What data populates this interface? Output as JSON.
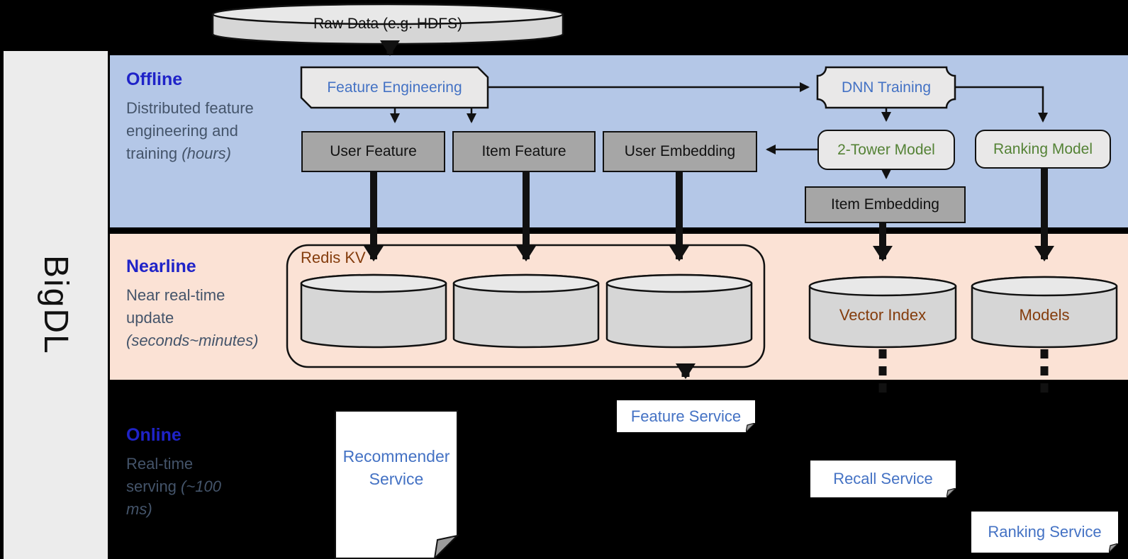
{
  "brand": "BigDL",
  "raw_data_label": "Raw Data (e.g. HDFS)",
  "bands": {
    "offline": {
      "title": "Offline",
      "desc": "Distributed feature engineering and training",
      "desc_italic": "(hours)"
    },
    "nearline": {
      "title": "Nearline",
      "desc": "Near real-time update",
      "desc_italic": "(seconds~minutes)"
    },
    "online": {
      "title": "Online",
      "desc": "Real-time serving",
      "desc_italic": "(~100 ms)"
    }
  },
  "nodes": {
    "feature_engineering": "Feature Engineering",
    "dnn_training": "DNN Training",
    "user_feature": "User Feature",
    "item_feature": "Item Feature",
    "user_embedding": "User Embedding",
    "two_tower_model": "2-Tower Model",
    "ranking_model": "Ranking Model",
    "item_embedding": "Item Embedding",
    "redis_kv": "Redis KV",
    "vector_index": "Vector Index",
    "models": "Models",
    "feature_service": "Feature Service",
    "recall_service": "Recall Service",
    "ranking_service": "Ranking Service",
    "recommender_service": "Recommender Service"
  },
  "colors": {
    "offline_band": "#b4c7e7",
    "nearline_band": "#fbe2d5",
    "band_title_blue": "#1f23c8",
    "band_desc_gray": "#44546a",
    "node_text_blue": "#4472c4",
    "node_text_green": "#548235",
    "storage_text_brown": "#843c0c",
    "gray_box_fill": "#a6a6a6",
    "light_box_fill": "#e9e8e8",
    "background": "#000000"
  }
}
